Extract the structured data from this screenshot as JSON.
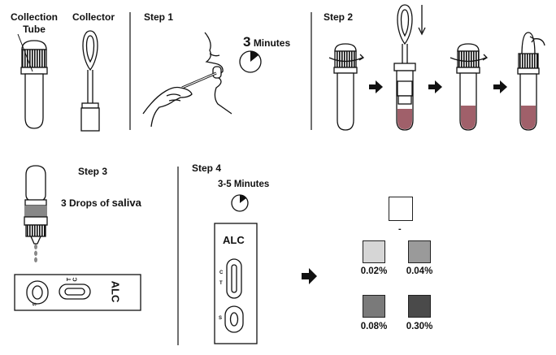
{
  "labels": {
    "collection_tube_l1": "Collection",
    "collection_tube_l2": "Tube",
    "collector": "Collector",
    "step1": "Step 1",
    "step1_minutes_num": "3",
    "step1_minutes_word": "Minutes",
    "step2": "Step 2",
    "step3": "Step 3",
    "step3_drops_prefix": "3 Drops of ",
    "step3_drops_word": "saliva",
    "step4": "Step 4",
    "step4_minutes": "3-5 Minutes",
    "cassette_name": "ALC",
    "cassette_c": "C",
    "cassette_t": "T",
    "cassette_s": "S",
    "negative_mark": "-"
  },
  "results": [
    {
      "label": "0.02%",
      "color": "#d6d6d6"
    },
    {
      "label": "0.04%",
      "color": "#9a9a9a"
    },
    {
      "label": "0.08%",
      "color": "#7a7a7a"
    },
    {
      "label": "0.30%",
      "color": "#4a4a4a"
    }
  ],
  "negative": {
    "color": "#ffffff"
  }
}
